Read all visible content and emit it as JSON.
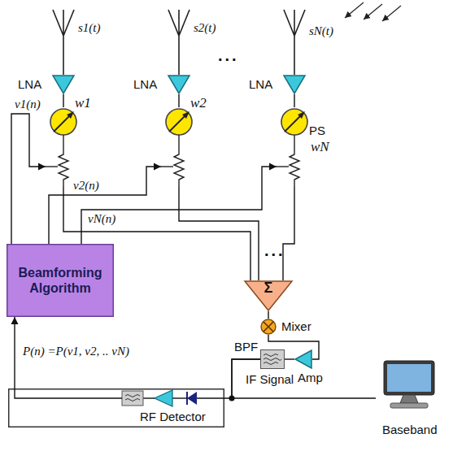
{
  "diagram": {
    "nodes": [
      {
        "text": [
          "LNA"
        ]
      },
      {
        "text": [
          "LNA"
        ]
      },
      {
        "text": [
          "LNA"
        ]
      },
      {
        "text": [
          "w1"
        ]
      },
      {
        "text": [
          "w2"
        ]
      },
      {
        "text": [
          "PS",
          "wN"
        ]
      },
      {
        "text": [
          "Σ"
        ]
      },
      {
        "text": [
          "Mixer"
        ]
      },
      {
        "text": [
          "Amp"
        ]
      },
      {
        "text": [
          "BPF",
          "IF Signal"
        ]
      },
      {
        "text": [
          "RF Detector"
        ]
      },
      {
        "text": [
          "Beamforming Algorithm"
        ]
      },
      {
        "text": [
          "Baseband"
        ]
      }
    ],
    "edges": [
      {
        "from": 0,
        "to": 3,
        "arrow": "none"
      },
      {
        "from": 1,
        "to": 4,
        "arrow": "none"
      },
      {
        "from": 2,
        "to": 5,
        "arrow": "none"
      },
      {
        "from": 3,
        "to": 6,
        "arrow": "none"
      },
      {
        "from": 4,
        "to": 6,
        "arrow": "none"
      },
      {
        "from": 5,
        "to": 6,
        "arrow": "none"
      },
      {
        "from": 6,
        "to": 7,
        "arrow": "none"
      },
      {
        "from": 7,
        "to": 8,
        "arrow": "none"
      },
      {
        "from": 8,
        "to": 9,
        "arrow": "none"
      },
      {
        "from": 9,
        "to": 10,
        "arrow": "none"
      },
      {
        "from": 9,
        "to": 12,
        "arrow": "none"
      },
      {
        "from": 10,
        "to": 11,
        "label": "P(n) =P(v1, v2, .. vN)",
        "arrow": "to"
      },
      {
        "from": 11,
        "to": 3,
        "label": "v1(n)",
        "arrow": "to"
      },
      {
        "from": 11,
        "to": 4,
        "label": "v2(n)",
        "arrow": "to"
      },
      {
        "from": 11,
        "to": 5,
        "label": "vN(n)",
        "arrow": "to"
      }
    ],
    "labels": [
      "s1(t)",
      "s2(t)",
      "sN(t)",
      "...",
      "..."
    ]
  }
}
